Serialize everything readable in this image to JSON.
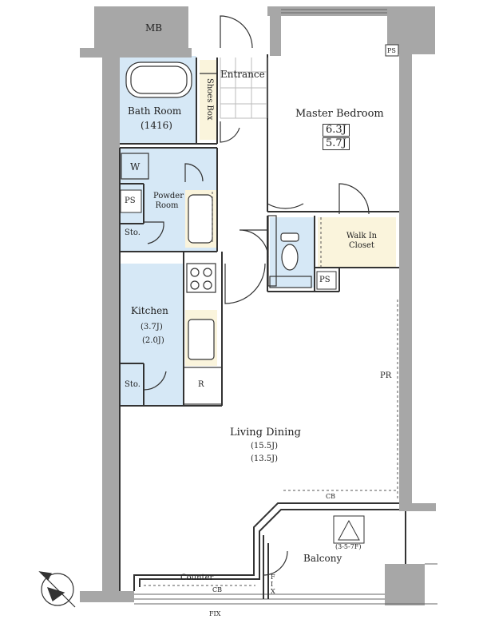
{
  "rooms": {
    "mb": "MB",
    "entrance": "Entrance",
    "shoes_box": "Shoes Box",
    "bath_room": "Bath Room",
    "bath_room_size": "(1416)",
    "master_bedroom": "Master Bedroom",
    "master_bedroom_size_1": "6.3J",
    "master_bedroom_size_2": "5.7J",
    "washer": "W",
    "powder_room": "Powder Room",
    "ps": "PS",
    "storage": "Sto.",
    "walk_in_closet": "Walk In Closet",
    "kitchen": "Kitchen",
    "kitchen_size_1": "(3.7J)",
    "kitchen_size_2": "(2.0J)",
    "refrigerator": "R",
    "pr": "PR",
    "living_dining": "Living Dining",
    "living_dining_size_1": "(15.5J)",
    "living_dining_size_2": "(13.5J)",
    "cb": "CB",
    "balcony": "Balcony",
    "balcony_note": "(3-5-7F)",
    "counter": "Counter",
    "fix": "FIX",
    "fix_vertical": "F I X"
  },
  "colors": {
    "wall": "#a7a7a7",
    "wet_area": "#d6e8f6",
    "closet": "#faf4dc",
    "line": "#333333"
  }
}
